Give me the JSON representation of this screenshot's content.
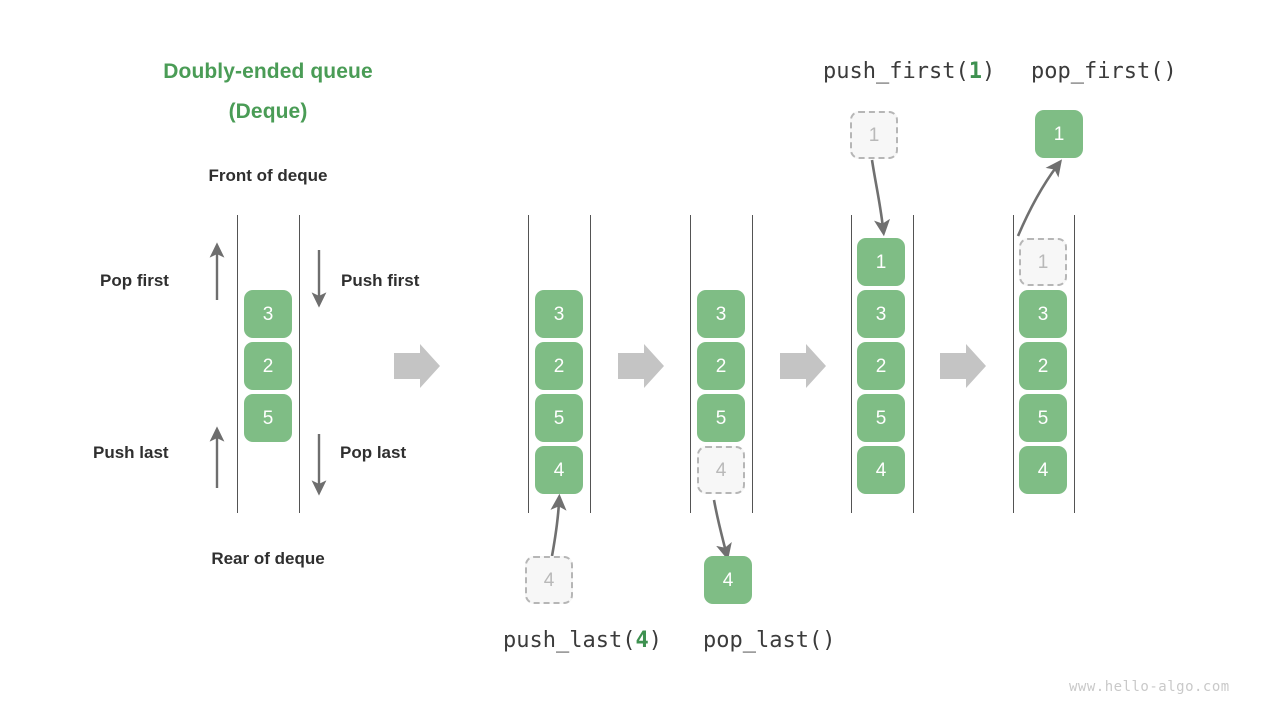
{
  "page": {
    "title_line1": "Doubly-ended queue",
    "title_line2": "(Deque)",
    "front_label": "Front of deque",
    "rear_label": "Rear of deque",
    "watermark": "www.hello-algo.com",
    "accent_green": "#4a9c56",
    "node_green": "#7fbd85",
    "ghost_fill": "#f7f7f7",
    "ghost_border": "#b6b6b6",
    "ghost_text": "#b9b9b9",
    "rail_color": "#545454",
    "flow_arrow_color": "#c4c4c4",
    "thin_arrow_color": "#707070"
  },
  "legend": {
    "pop_first": "Pop first",
    "push_first": "Push first",
    "push_last": "Push last",
    "pop_last": "Pop last"
  },
  "operations": {
    "push_last": {
      "name": "push_last(",
      "arg": "4",
      "close": ")"
    },
    "pop_last": {
      "name": "pop_last()",
      "arg": "",
      "close": ""
    },
    "push_first": {
      "name": "push_first(",
      "arg": "1",
      "close": ")"
    },
    "pop_first": {
      "name": "pop_first()",
      "arg": "",
      "close": ""
    }
  },
  "columns": [
    {
      "id": "initial",
      "caption": "",
      "nodes": [
        {
          "value": "3",
          "state": "solid"
        },
        {
          "value": "2",
          "state": "solid"
        },
        {
          "value": "5",
          "state": "solid"
        }
      ]
    },
    {
      "id": "before-push-last",
      "caption": "push_last(4)",
      "nodes": [
        {
          "value": "3",
          "state": "solid"
        },
        {
          "value": "2",
          "state": "solid"
        },
        {
          "value": "5",
          "state": "solid"
        },
        {
          "value": "4",
          "state": "solid"
        }
      ],
      "detached": {
        "value": "4",
        "state": "ghost",
        "position": "below"
      }
    },
    {
      "id": "after-pop-last",
      "caption": "pop_last()",
      "nodes": [
        {
          "value": "3",
          "state": "solid"
        },
        {
          "value": "2",
          "state": "solid"
        },
        {
          "value": "5",
          "state": "solid"
        },
        {
          "value": "4",
          "state": "ghost"
        }
      ],
      "detached": {
        "value": "4",
        "state": "solid",
        "position": "below"
      }
    },
    {
      "id": "after-push-first",
      "caption": "push_first(1)",
      "nodes": [
        {
          "value": "1",
          "state": "solid"
        },
        {
          "value": "3",
          "state": "solid"
        },
        {
          "value": "2",
          "state": "solid"
        },
        {
          "value": "5",
          "state": "solid"
        },
        {
          "value": "4",
          "state": "solid"
        }
      ],
      "detached": {
        "value": "1",
        "state": "ghost",
        "position": "above"
      }
    },
    {
      "id": "after-pop-first",
      "caption": "pop_first()",
      "nodes": [
        {
          "value": "1",
          "state": "ghost"
        },
        {
          "value": "3",
          "state": "solid"
        },
        {
          "value": "2",
          "state": "solid"
        },
        {
          "value": "5",
          "state": "solid"
        },
        {
          "value": "4",
          "state": "solid"
        }
      ],
      "detached": {
        "value": "1",
        "state": "solid",
        "position": "above"
      }
    }
  ]
}
